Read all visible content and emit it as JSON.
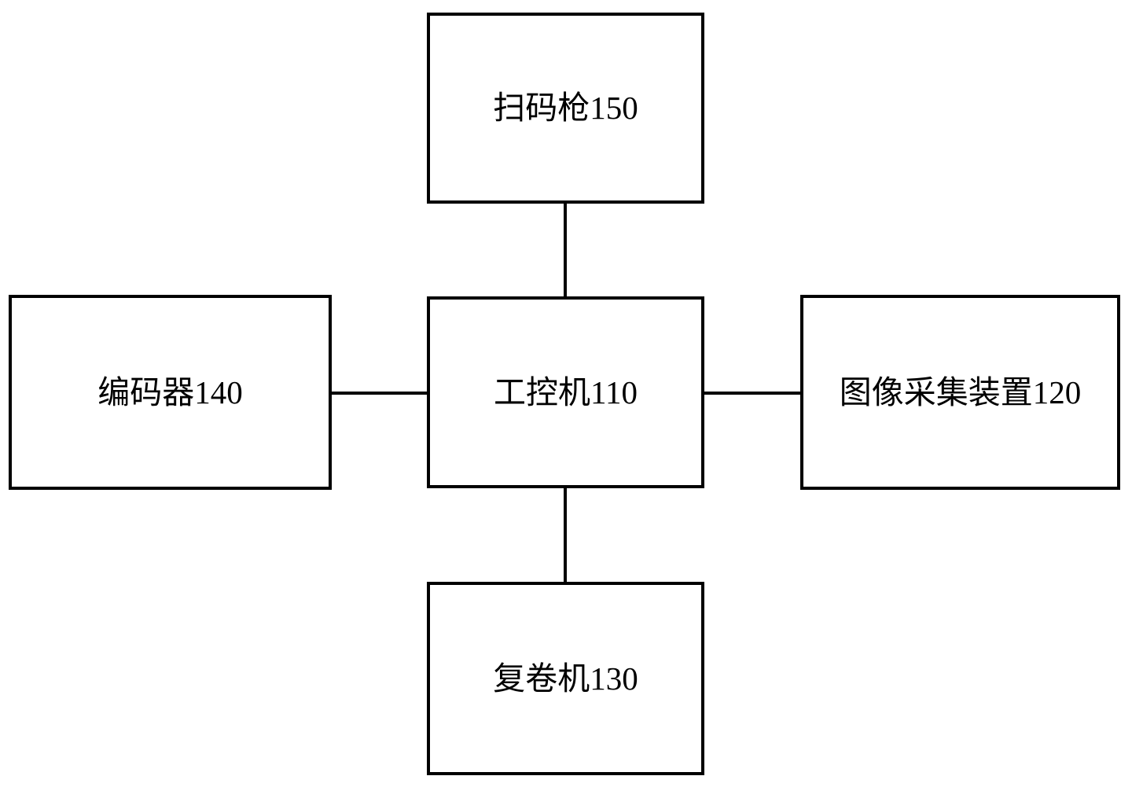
{
  "diagram": {
    "background_color": "#ffffff",
    "line_color": "#000000",
    "text_color": "#000000",
    "nodes": [
      {
        "id": "scanner",
        "label": "扫码枪150"
      },
      {
        "id": "pc",
        "label": "工控机110"
      },
      {
        "id": "encoder",
        "label": "编码器140"
      },
      {
        "id": "camera",
        "label": "图像采集装置120"
      },
      {
        "id": "rewinder",
        "label": "复卷机130"
      }
    ],
    "connections": [
      {
        "from": "scanner",
        "to": "pc",
        "orientation": "vertical"
      },
      {
        "from": "pc",
        "to": "rewinder",
        "orientation": "vertical"
      },
      {
        "from": "encoder",
        "to": "pc",
        "orientation": "horizontal"
      },
      {
        "from": "pc",
        "to": "camera",
        "orientation": "horizontal"
      }
    ]
  }
}
